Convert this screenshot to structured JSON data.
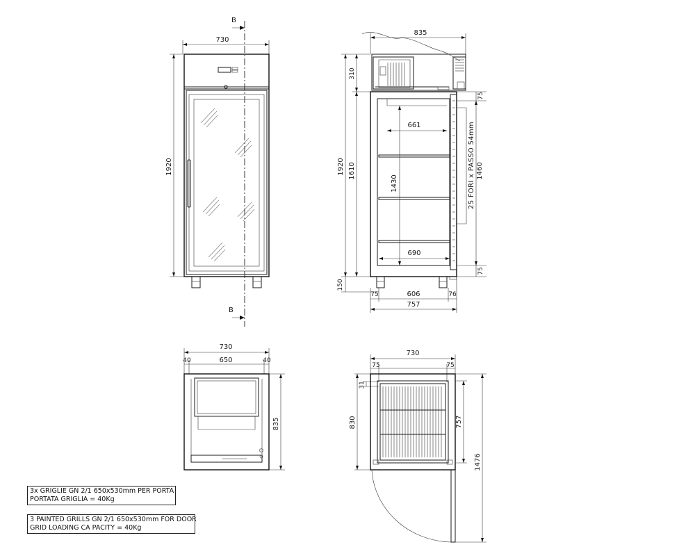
{
  "section": {
    "marker": "B"
  },
  "front_view": {
    "width": "730",
    "height": "1920"
  },
  "side_view": {
    "depth_top": "835",
    "top_unit_height": "310",
    "total_height": "1920",
    "body_height": "1610",
    "leg_height": "150",
    "top_offset": "75",
    "bottom_offset": "75",
    "shelf_width_top": "661",
    "shelf_width_bottom": "690",
    "internal_height": "1430",
    "rack_height": "1460",
    "rack_note": "25 FORI x PASSO 54mm",
    "foot_left": "75",
    "foot_span": "606",
    "foot_right": "76",
    "base_depth": "757"
  },
  "top_view": {
    "width": "730",
    "side_left": "40",
    "inner_width": "650",
    "side_right": "40",
    "depth": "835"
  },
  "plan_view": {
    "width": "730",
    "side_left": "75",
    "side_right": "75",
    "depth": "830",
    "inner_depth": "757",
    "door_swing": "1476",
    "small_31": "31"
  },
  "notes": [
    {
      "line1": "3x GRIGLIE GN 2/1 650x530mm PER PORTA",
      "line2": "PORTATA GRIGLIA = 40Kg"
    },
    {
      "line1": "3 PAINTED GRILLS GN 2/1 650x530mm FOR DOOR",
      "line2": "GRID LOADING CA PACITY = 40Kg"
    }
  ]
}
